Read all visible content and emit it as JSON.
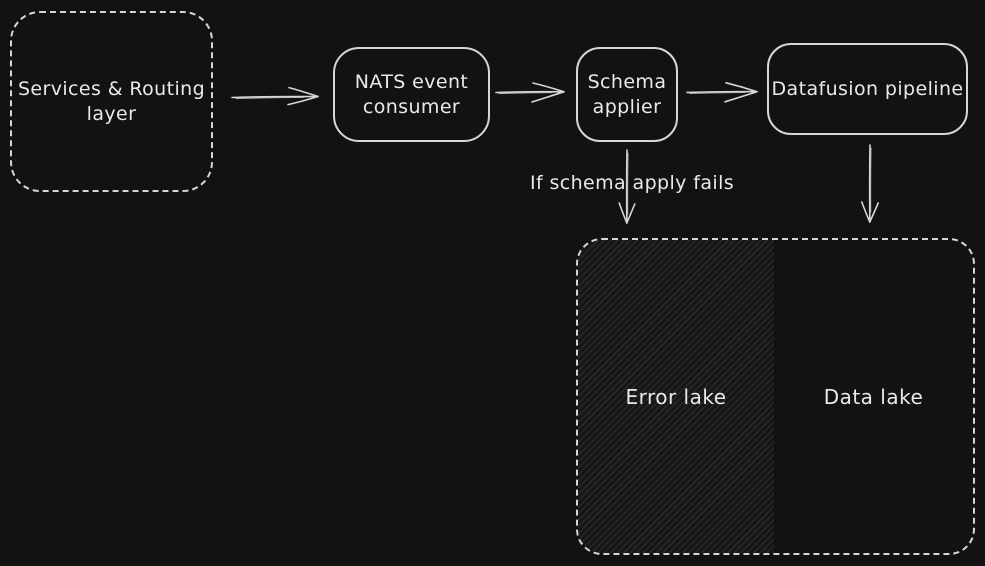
{
  "colors": {
    "background": "#121212",
    "stroke": "#d6d6d4",
    "text": "#e9e9e7",
    "hatch_base": "#171717",
    "hatch_line": "#2d2d2d"
  },
  "nodes": {
    "services_routing": {
      "lines": [
        "Services & Routing",
        "layer"
      ]
    },
    "nats_consumer": {
      "lines": [
        "NATS event",
        "consumer"
      ]
    },
    "schema_applier": {
      "lines": [
        "Schema",
        "applier"
      ]
    },
    "datafusion_pipeline": {
      "label": "Datafusion pipeline"
    },
    "error_lake": {
      "label": "Error lake"
    },
    "data_lake": {
      "label": "Data lake"
    }
  },
  "annotations": {
    "schema_fail_label": "If schema apply fails"
  }
}
